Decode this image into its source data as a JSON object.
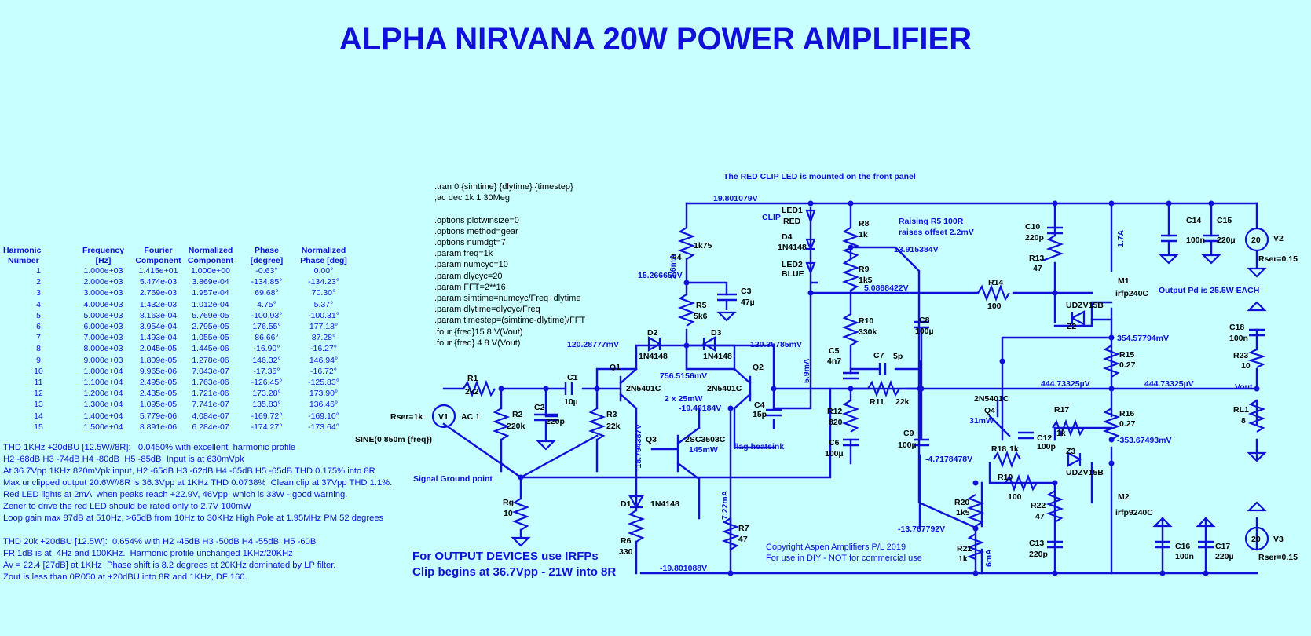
{
  "title": "ALPHA NIRVANA 20W POWER AMPLIFIER",
  "fourier": {
    "header1": [
      "Harmonic",
      "Frequency",
      "Fourier",
      "Normalized",
      "Phase",
      "Normalized"
    ],
    "header2": [
      "Number",
      "[Hz]",
      "Component",
      "Component",
      "[degree]",
      "Phase [deg]"
    ],
    "rows": [
      [
        "1",
        "1.000e+03",
        "1.415e+01",
        "1.000e+00",
        "-0.63°",
        "0.00°"
      ],
      [
        "2",
        "2.000e+03",
        "5.474e-03",
        "3.869e-04",
        "-134.85°",
        "-134.23°"
      ],
      [
        "3",
        "3.000e+03",
        "2.769e-03",
        "1.957e-04",
        "69.68°",
        "70.30°"
      ],
      [
        "4",
        "4.000e+03",
        "1.432e-03",
        "1.012e-04",
        "4.75°",
        "5.37°"
      ],
      [
        "5",
        "5.000e+03",
        "8.163e-04",
        "5.769e-05",
        "-100.93°",
        "-100.31°"
      ],
      [
        "6",
        "6.000e+03",
        "3.954e-04",
        "2.795e-05",
        "176.55°",
        "177.18°"
      ],
      [
        "7",
        "7.000e+03",
        "1.493e-04",
        "1.055e-05",
        "86.66°",
        "87.28°"
      ],
      [
        "8",
        "8.000e+03",
        "2.045e-05",
        "1.445e-06",
        "-16.90°",
        "-16.27°"
      ],
      [
        "9",
        "9.000e+03",
        "1.809e-05",
        "1.278e-06",
        "146.32°",
        "146.94°"
      ],
      [
        "10",
        "1.000e+04",
        "9.965e-06",
        "7.043e-07",
        "-17.35°",
        "-16.72°"
      ],
      [
        "11",
        "1.100e+04",
        "2.495e-05",
        "1.763e-06",
        "-126.45°",
        "-125.83°"
      ],
      [
        "12",
        "1.200e+04",
        "2.435e-05",
        "1.721e-06",
        "173.28°",
        "173.90°"
      ],
      [
        "13",
        "1.300e+04",
        "1.095e-05",
        "7.741e-07",
        "135.83°",
        "136.46°"
      ],
      [
        "14",
        "1.400e+04",
        "5.779e-06",
        "4.084e-07",
        "-169.72°",
        "-169.10°"
      ],
      [
        "15",
        "1.500e+04",
        "8.891e-06",
        "6.284e-07",
        "-174.27°",
        "-173.64°"
      ]
    ]
  },
  "notes1": "THD 1KHz +20dBU [12.5W//8R]:   0.0450% with excellent  harmonic profile\nH2 -68dB H3 -74dB H4 -80dB  H5 -85dB  Input is at 630mVpk\nAt 36.7Vpp 1KHz 820mVpk input, H2 -65dB H3 -62dB H4 -65dB H5 -65dB THD 0.175% into 8R\nMax unclipped output 20.6W//8R is 36.3Vpp at 1KHz THD 0.0738%  Clean clip at 37Vpp THD 1.1%.\nRed LED lights at 2mA  when peaks reach +22.9V, 46Vpp, which is 33W - good warning.\nZener to drive the red LED should be rated only to 2.7V 100mW\nLoop gain max 87dB at 510Hz, >65dB from 10Hz to 30KHz High Pole at 1.95MHz PM 52 degrees",
  "notes2": "THD 20k +20dBU [12.5W]:  0.654% with H2 -45dB H3 -50dB H4 -55dB  H5 -60B\nFR 1dB is at  4Hz and 100KHz.  Harmonic profile unchanged 1KHz/20KHz\nAv = 22.4 [27dB] at 1KHz  Phase shift is 8.2 degrees at 20KHz dominated by LP filter.\nZout is less than 0R050 at +20dBU into 8R and 1KHz, DF 160.",
  "spice": ".tran 0 {simtime} {dlytime} {timestep}\n;ac dec 1k 1 30Meg\n\n.options plotwinsize=0\n.options method=gear\n.options numdgt=7\n.param freq=1k\n.param numcyc=10\n.param dlycyc=20\n.param FFT=2**16\n.param simtime=numcyc/Freq+dlytime\n.param dlytime=dlycyc/Freq\n.param timestep=(simtime-dlytime)/FFT\n.four {freq}15 8 V(Vout)\n.four {freq} 4 8 V(Vout)",
  "bignote": [
    "For OUTPUT DEVICES use IRFPs",
    "Clip begins at 36.7Vpp - 21W into 8R"
  ],
  "copyright": [
    "Copyright Aspen Amplifiers P/L     2019",
    "For use in DIY - NOT for commercial use"
  ],
  "colors": {
    "background": "#c8ffff",
    "wire": "#1010d8",
    "label": "#000000"
  },
  "schematic": {
    "components": [
      {
        "id": "R1",
        "value": "2k2"
      },
      {
        "id": "R2",
        "value": "220k"
      },
      {
        "id": "R3",
        "value": "22k"
      },
      {
        "id": "R4",
        "value": "1k75"
      },
      {
        "id": "R5",
        "value": "5k6"
      },
      {
        "id": "R6",
        "value": "330"
      },
      {
        "id": "R7",
        "value": "47"
      },
      {
        "id": "R8",
        "value": "1k"
      },
      {
        "id": "R9",
        "value": "1k5"
      },
      {
        "id": "R10",
        "value": "330k"
      },
      {
        "id": "R11",
        "value": "22k"
      },
      {
        "id": "R12",
        "value": "820"
      },
      {
        "id": "R13",
        "value": "47"
      },
      {
        "id": "R14",
        "value": "100"
      },
      {
        "id": "R15",
        "value": "0.27"
      },
      {
        "id": "R16",
        "value": "0.27"
      },
      {
        "id": "R17",
        "value": "1k"
      },
      {
        "id": "R18",
        "value": "1k"
      },
      {
        "id": "R19",
        "value": "100"
      },
      {
        "id": "R20",
        "value": "1k5"
      },
      {
        "id": "R21",
        "value": "1k"
      },
      {
        "id": "R22",
        "value": "47"
      },
      {
        "id": "R23",
        "value": "10"
      },
      {
        "id": "RL1",
        "value": "8"
      },
      {
        "id": "Rg",
        "value": "10"
      },
      {
        "id": "C1",
        "value": "10µ"
      },
      {
        "id": "C2",
        "value": "220p"
      },
      {
        "id": "C3",
        "value": "47µ"
      },
      {
        "id": "C4",
        "value": "15p"
      },
      {
        "id": "C5",
        "value": "4n7"
      },
      {
        "id": "C6",
        "value": "100µ"
      },
      {
        "id": "C7",
        "value": "5p"
      },
      {
        "id": "C8",
        "value": "100µ"
      },
      {
        "id": "C9",
        "value": "100µ"
      },
      {
        "id": "C10",
        "value": "220p"
      },
      {
        "id": "C12",
        "value": "100p"
      },
      {
        "id": "C13",
        "value": "220p"
      },
      {
        "id": "C14",
        "value": "100n"
      },
      {
        "id": "C15",
        "value": "220µ"
      },
      {
        "id": "C16",
        "value": "100n"
      },
      {
        "id": "C17",
        "value": "220µ"
      },
      {
        "id": "C18",
        "value": "100n"
      },
      {
        "id": "D1",
        "value": "1N4148"
      },
      {
        "id": "D2",
        "value": "1N4148"
      },
      {
        "id": "D3",
        "value": "1N4148"
      },
      {
        "id": "D4",
        "value": "1N4148"
      },
      {
        "id": "LED1",
        "value": "RED"
      },
      {
        "id": "LED2",
        "value": "BLUE"
      },
      {
        "id": "Z2",
        "value": "UDZV15B"
      },
      {
        "id": "Z3",
        "value": "UDZV15B"
      },
      {
        "id": "Q1",
        "value": "2N5401C"
      },
      {
        "id": "Q2",
        "value": "2N5401C"
      },
      {
        "id": "Q3",
        "value": "2SC3503C"
      },
      {
        "id": "Q4",
        "value": "2N5401C"
      },
      {
        "id": "M1",
        "value": "irfp240C"
      },
      {
        "id": "M2",
        "value": "irfp9240C"
      },
      {
        "id": "V1",
        "value": "AC 1"
      },
      {
        "id": "V2",
        "value": "20"
      },
      {
        "id": "V3",
        "value": "20"
      }
    ],
    "annotations": {
      "red_clip": "The RED CLIP LED is mounted on the front panel",
      "raising": "Raising  R5 100R",
      "raises": "raises offset 2.2mV",
      "pd": "Output Pd is 25.5W EACH",
      "sig_gnd": "Signal Ground point",
      "heatsink": "flag heatsink",
      "clip": "CLIP",
      "sine": "SINE(0 850m {freq})",
      "rser1": "Rser=1k",
      "rser2": "Rser=0.15",
      "rser3": "Rser=0.15",
      "vout": "Vout",
      "q3_pwr": "145mW",
      "q4_pwr": "31mW",
      "q12_pwr": "2 x 25mW",
      "i_r4": "2.6mA",
      "i_led": "5.9mA",
      "i_m1": "1.7A",
      "i_r7": "7.22mA",
      "i_r21": "6mA"
    },
    "nets": {
      "vpos": "19.801079V",
      "vneg": "-19.801088V",
      "n15": "15.266659V",
      "n13": "13.915384V",
      "n5": "5.0868422V",
      "q1b": "120.28777mV",
      "q2b": "120.35785mV",
      "tail": "756.5156mV",
      "q3c": "-19.46184V",
      "vq1": "-18.794387V",
      "n354": "354.57794mV",
      "n353": "-353.67493mV",
      "out1": "444.73325µV",
      "out2": "444.73325µV",
      "n47": "-4.7178478V",
      "n137": "-13.767792V"
    }
  }
}
